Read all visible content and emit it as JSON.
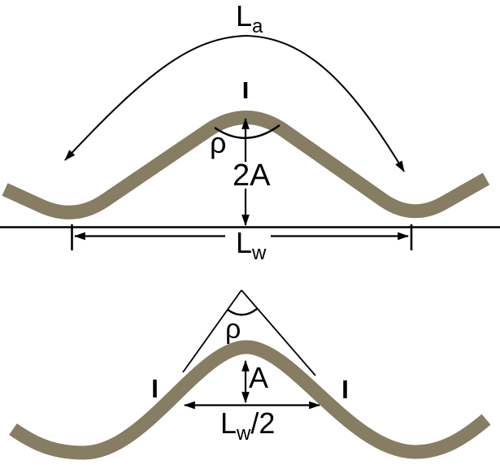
{
  "diagram": {
    "top": {
      "arc_length_label": {
        "main": "L",
        "sub": "a"
      },
      "angle_label": "ρ",
      "amplitude_label": "2A",
      "wavelength_label": {
        "main": "L",
        "sub": "w"
      }
    },
    "bottom": {
      "angle_label": "ρ",
      "amplitude_label": "A",
      "half_wavelength_label": {
        "main": "L",
        "sub": "w",
        "suffix": "/2"
      }
    },
    "colors": {
      "wave": "#867D62",
      "line": "#000000",
      "background": "#FFFFFF"
    }
  }
}
